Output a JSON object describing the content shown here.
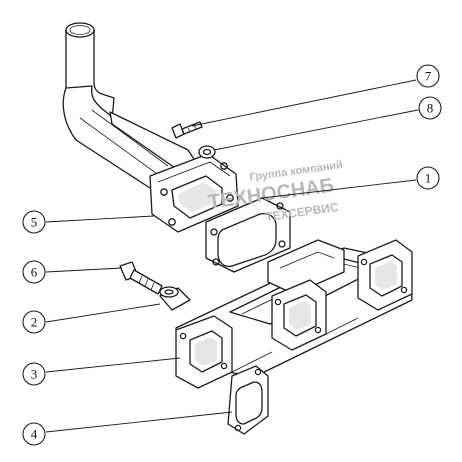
{
  "watermark": {
    "line1": "Группа компаний",
    "line2": "ТЕХНОСНАБ",
    "line3": "ТЕХСЕРВИС"
  },
  "callouts": [
    {
      "id": "1",
      "label": "1"
    },
    {
      "id": "2",
      "label": "2"
    },
    {
      "id": "3",
      "label": "3"
    },
    {
      "id": "4",
      "label": "4"
    },
    {
      "id": "5",
      "label": "5"
    },
    {
      "id": "6",
      "label": "6"
    },
    {
      "id": "7",
      "label": "7"
    },
    {
      "id": "8",
      "label": "8"
    }
  ],
  "colors": {
    "stroke": "#1a1a1a",
    "background": "#ffffff",
    "watermark": "#b8b8b8"
  }
}
